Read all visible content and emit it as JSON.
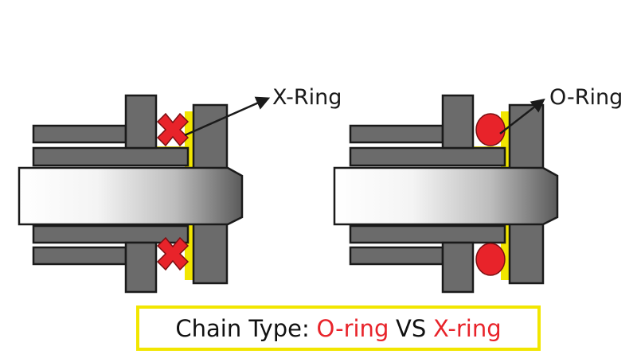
{
  "colors": {
    "plate_fill": "#6b6b6b",
    "plate_stroke": "#1a1a1a",
    "lubricant": "#f2e600",
    "seal": "#e8232a",
    "caption_border": "#f2e600",
    "caption_accent": "#e8232a"
  },
  "callouts": {
    "x_ring": "X-Ring",
    "o_ring": "O-Ring"
  },
  "caption": {
    "prefix": "Chain Type:",
    "o_ring": "O-ring",
    "vs": "VS",
    "x_ring": "X-ring"
  }
}
